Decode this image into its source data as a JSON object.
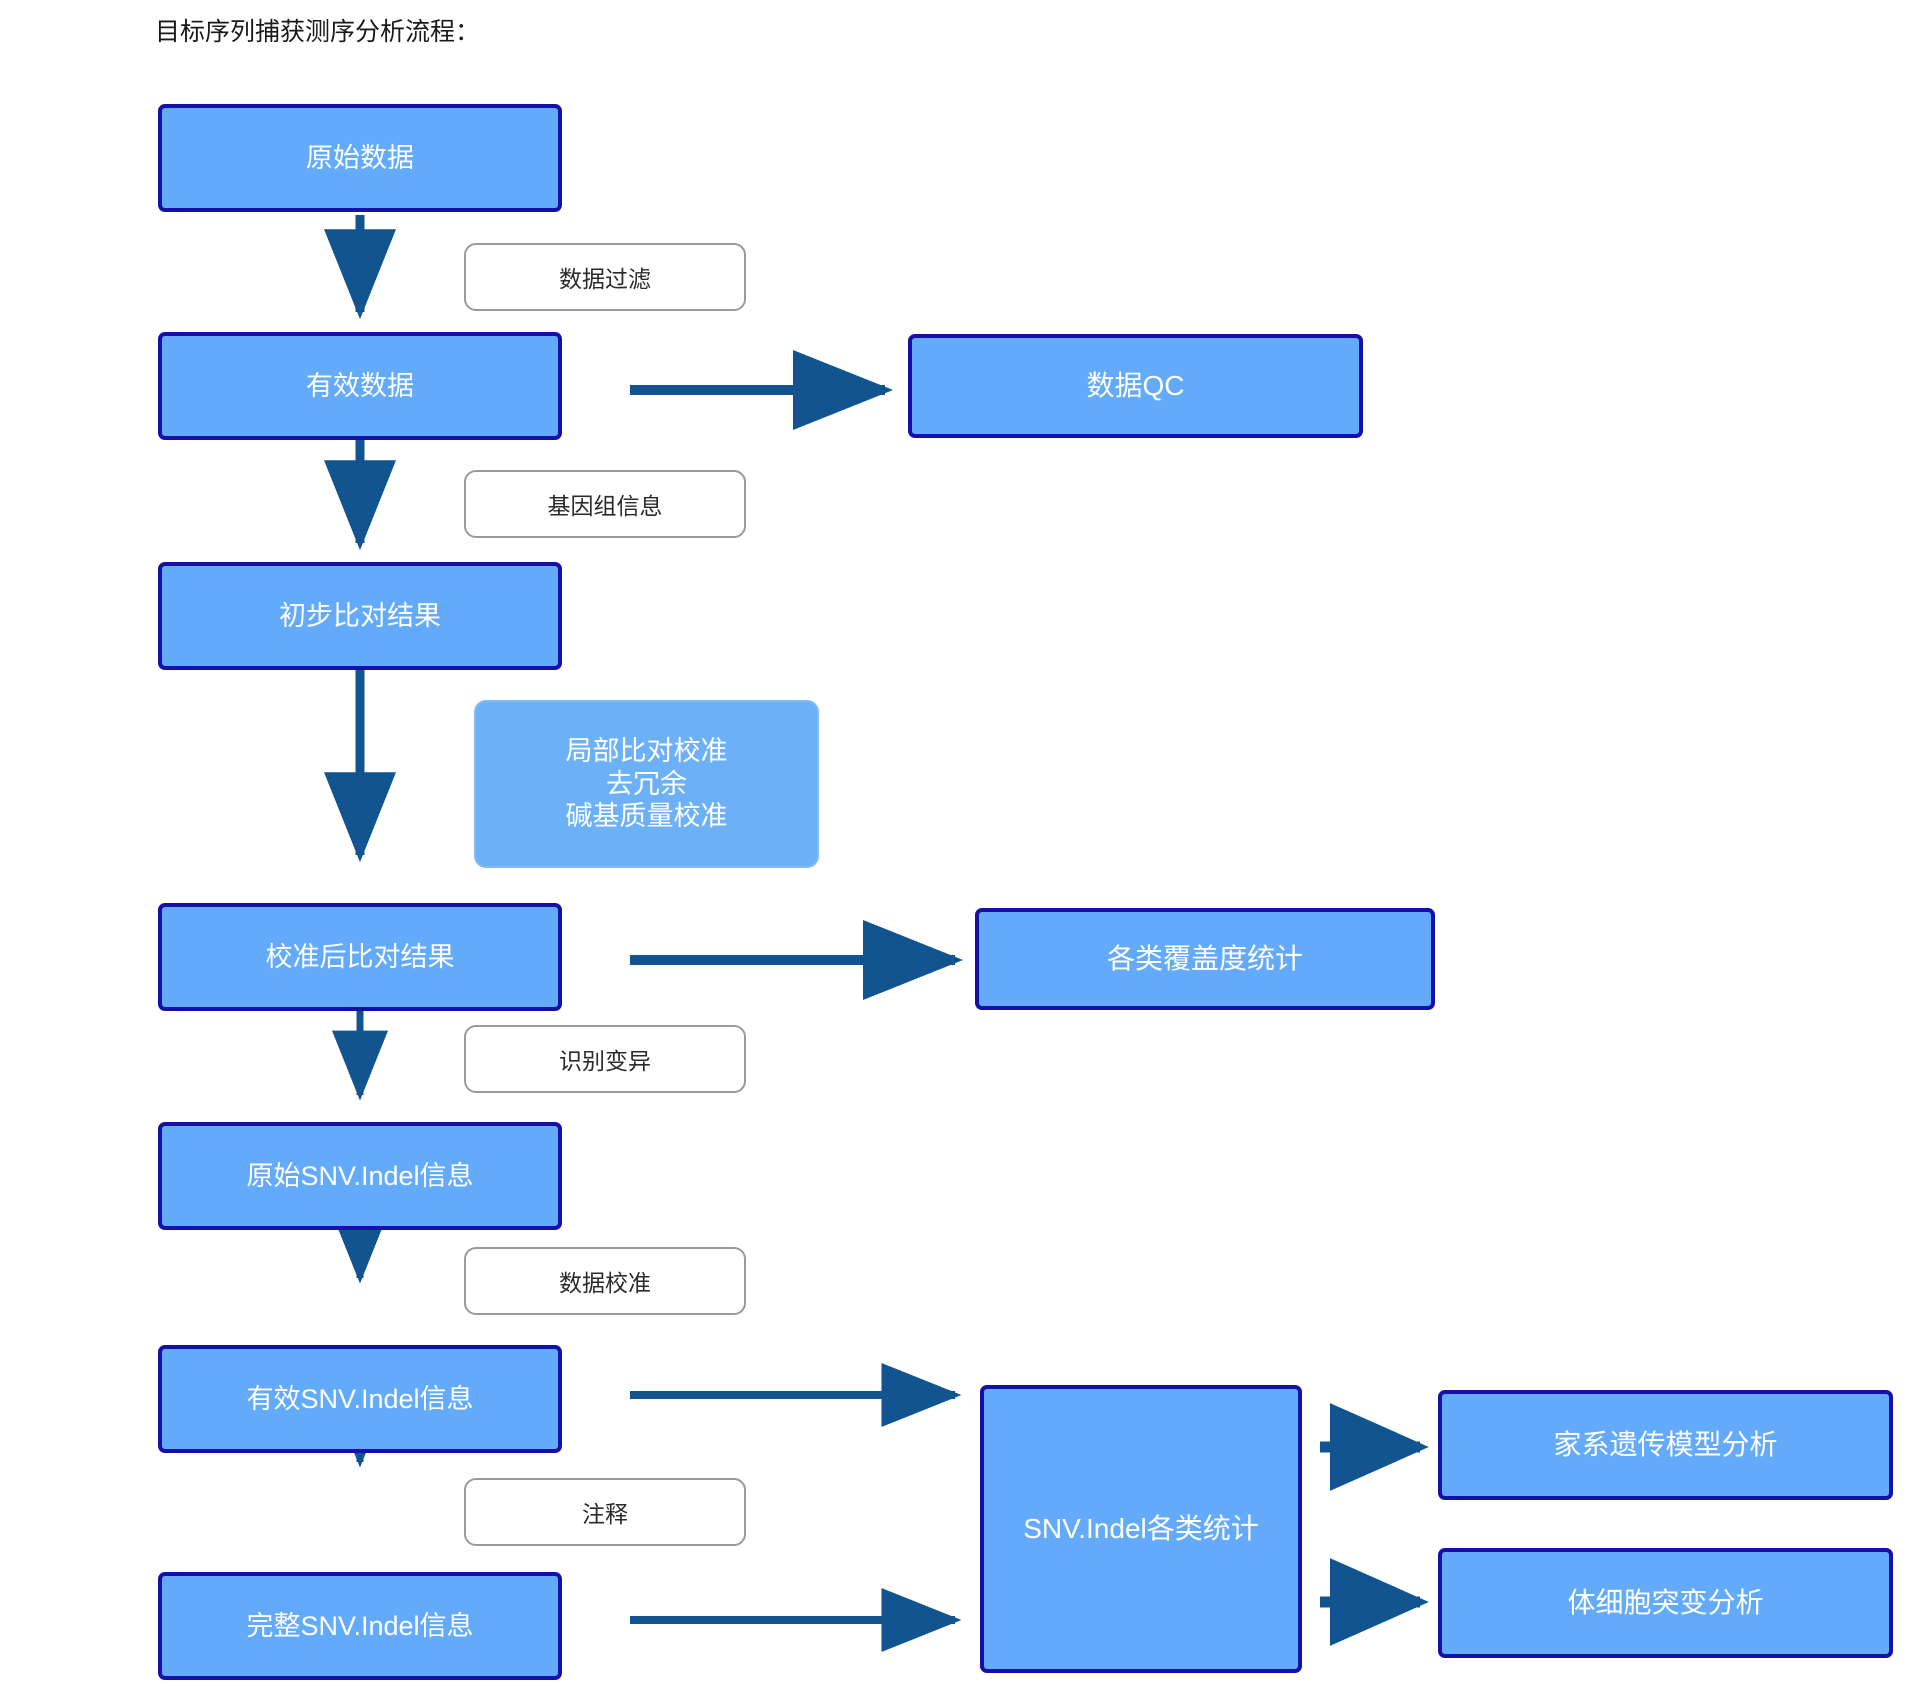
{
  "page": {
    "title": "目标序列捕获测序分析流程：",
    "background_color": "#FFFFFF"
  },
  "colors": {
    "node_fill": "#63ABFA",
    "node_border": "#1410A8",
    "soft_node_fill": "#6CB1F7",
    "soft_node_border": "#7FBCF5",
    "arrow": "#11548F",
    "label_border": "#9A9A9A",
    "label_text": "#2B2B2B",
    "node_text": "#FFFFFF"
  },
  "flow": {
    "main_nodes": [
      {
        "id": "raw-data",
        "label": "原始数据"
      },
      {
        "id": "valid-data",
        "label": "有效数据"
      },
      {
        "id": "initial-alignment",
        "label": "初步比对结果"
      },
      {
        "id": "calibrated-alignment",
        "label": "校准后比对结果"
      },
      {
        "id": "raw-snv-indel",
        "label": "原始SNV.Indel信息"
      },
      {
        "id": "valid-snv-indel",
        "label": "有效SNV.Indel信息"
      },
      {
        "id": "complete-snv-indel",
        "label": "完整SNV.Indel信息"
      }
    ],
    "branch_nodes": [
      {
        "id": "data-qc",
        "label": "数据QC"
      },
      {
        "id": "coverage-stats",
        "label": "各类覆盖度统计"
      },
      {
        "id": "snv-indel-stats",
        "label": "SNV.Indel各类统计"
      },
      {
        "id": "pedigree-analysis",
        "label": "家系遗传模型分析"
      },
      {
        "id": "somatic-mutation-analysis",
        "label": "体细胞突变分析"
      }
    ],
    "soft_nodes": [
      {
        "id": "realign-dedup-bqsr",
        "label": "局部比对校准\n去冗余\n碱基质量校准"
      }
    ],
    "edge_labels": [
      {
        "id": "data-filter",
        "label": "数据过滤"
      },
      {
        "id": "genome-info",
        "label": "基因组信息"
      },
      {
        "id": "variant-calling",
        "label": "识别变异"
      },
      {
        "id": "data-calibration",
        "label": "数据校准"
      },
      {
        "id": "annotation",
        "label": "注释"
      }
    ]
  }
}
